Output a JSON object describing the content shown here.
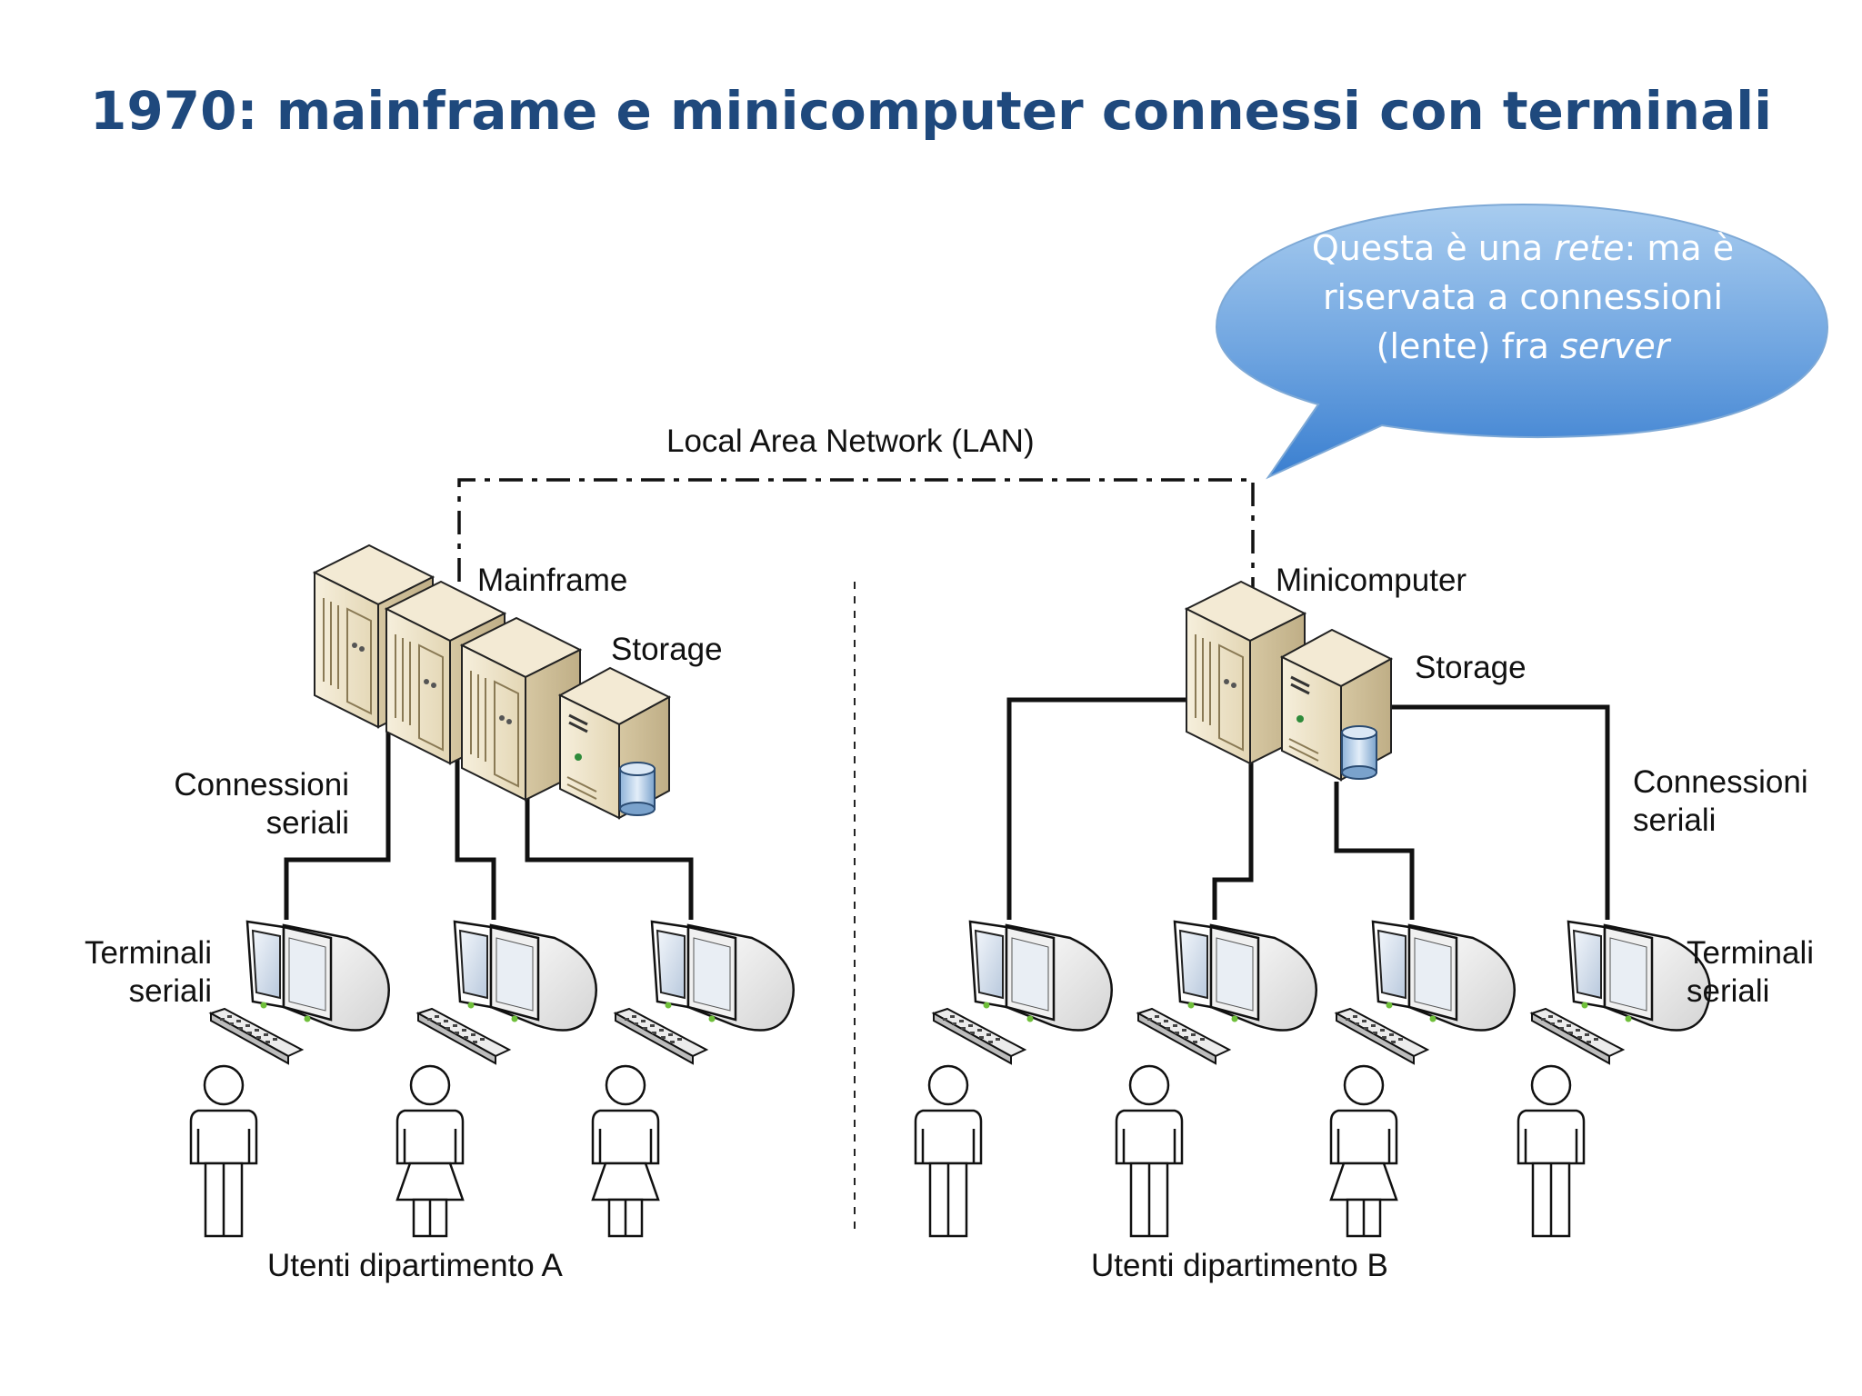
{
  "title": "1970: mainframe e minicomputer connessi con terminali",
  "callout": {
    "part1": "Questa è una ",
    "emphasis": "rete",
    "part2": ": ma è riservata a connessioni (lente) fra ",
    "emphasis2": "server"
  },
  "network": {
    "lan_label": "Local Area Network (LAN)"
  },
  "department_a": {
    "server_label": "Mainframe",
    "storage_label": "Storage",
    "connections_label_1": "Connessioni",
    "connections_label_2": "seriali",
    "terminals_label_1": "Terminali",
    "terminals_label_2": "seriali",
    "users_label": "Utenti dipartimento A"
  },
  "department_b": {
    "server_label": "Minicomputer",
    "storage_label": "Storage",
    "connections_label_1": "Connessioni",
    "connections_label_2": "seriali",
    "terminals_label_1": "Terminali",
    "terminals_label_2": "seriali",
    "users_label": "Utenti dipartimento B"
  },
  "colors": {
    "title": "#1f497d",
    "bubble_top": "#9cc3ec",
    "bubble_bottom": "#3a7fd0",
    "server_body": "#efe6cf",
    "line": "#111111"
  },
  "icons": [
    "mainframe-icon",
    "minicomputer-icon",
    "storage-icon",
    "terminal-icon",
    "user-male-icon",
    "user-female-icon"
  ]
}
